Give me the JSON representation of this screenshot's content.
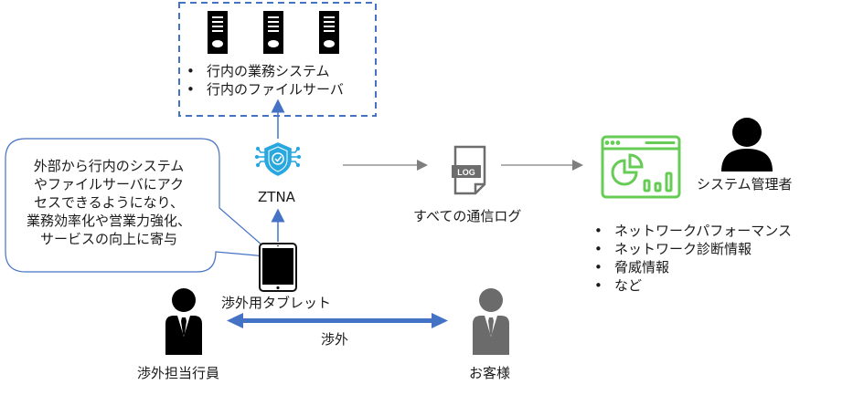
{
  "servers": {
    "items": [
      "行内の業務システム",
      "行内のファイルサーバ"
    ]
  },
  "bubble": {
    "lines": [
      "外部から行内のシステム",
      "やファイルサーバにアク",
      "セスできるようになり、",
      "業務効率化や営業力強化、",
      "サービスの向上に寄与"
    ]
  },
  "ztna": {
    "label": "ZTNA"
  },
  "log": {
    "icon_text": "LOG",
    "label": "すべての通信ログ"
  },
  "admin": {
    "label": "システム管理者"
  },
  "admin_info": {
    "items": [
      "ネットワークパフォーマンス",
      "ネットワーク診断情報",
      "脅威情報",
      "など"
    ]
  },
  "tablet": {
    "label": "渉外用タブレット"
  },
  "staff": {
    "label": "渉外担当行員"
  },
  "customer": {
    "label": "お客様"
  },
  "interaction": {
    "label": "渉外"
  },
  "colors": {
    "accent_blue": "#4472c4",
    "ztna_blue": "#29a8e0",
    "dashboard_green": "#66cc55",
    "arrow_gray": "#7f7f7f",
    "customer_gray": "#6b6b6b"
  }
}
